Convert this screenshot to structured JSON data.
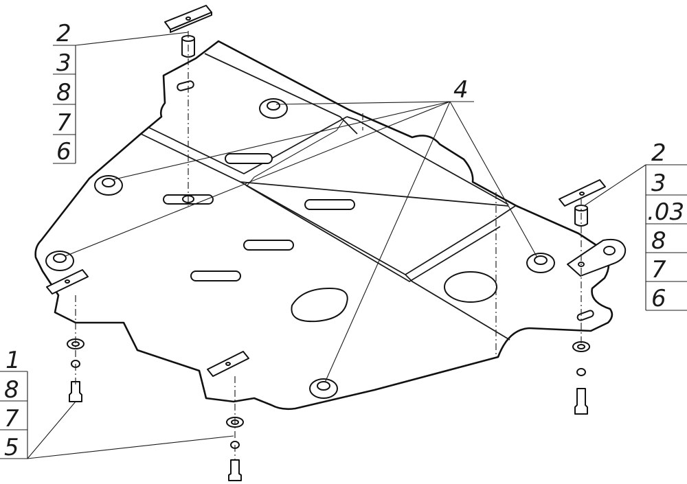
{
  "callouts": {
    "stack_top_left": [
      "2",
      "3",
      "8",
      "7",
      "6"
    ],
    "stack_right": [
      "2",
      "3",
      ".03",
      "8",
      "7",
      "6"
    ],
    "stack_bottom_left": [
      "1",
      "8",
      "7",
      "5"
    ],
    "label_center": "4"
  }
}
